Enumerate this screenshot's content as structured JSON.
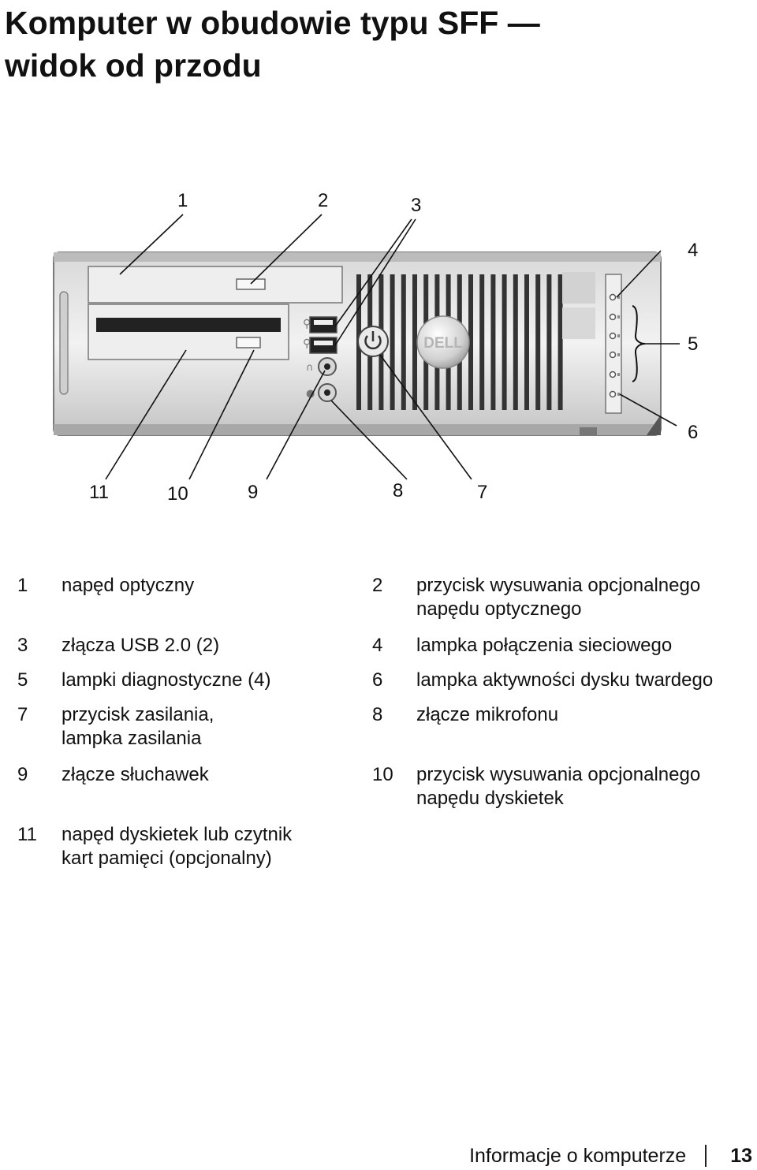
{
  "heading": {
    "line1": "Komputer w obudowie typu SFF —",
    "line2": "widok od przodu"
  },
  "figure": {
    "callouts": [
      "1",
      "2",
      "3",
      "4",
      "5",
      "6",
      "7",
      "8",
      "9",
      "10",
      "11"
    ],
    "brand": "DELL"
  },
  "legend": [
    [
      {
        "num": "1",
        "text": "napęd optyczny"
      },
      {
        "num": "2",
        "text": "przycisk wysuwania opcjonalnego\nnapędu optycznego"
      }
    ],
    [
      {
        "num": "3",
        "text": "złącza USB 2.0 (2)"
      },
      {
        "num": "4",
        "text": "lampka połączenia sieciowego"
      }
    ],
    [
      {
        "num": "5",
        "text": "lampki diagnostyczne (4)"
      },
      {
        "num": "6",
        "text": "lampka aktywności dysku twardego"
      }
    ],
    [
      {
        "num": "7",
        "text": "przycisk zasilania,\nlampka zasilania"
      },
      {
        "num": "8",
        "text": "złącze mikrofonu"
      }
    ],
    [
      {
        "num": "9",
        "text": "złącze słuchawek"
      },
      {
        "num": "10",
        "text": "przycisk wysuwania opcjonalnego\nnapędu dyskietek"
      }
    ],
    [
      {
        "num": "11",
        "text": "napęd dyskietek lub czytnik\nkart pamięci (opcjonalny)"
      }
    ]
  ],
  "footer": {
    "section": "Informacje o komputerze",
    "page": "13"
  }
}
